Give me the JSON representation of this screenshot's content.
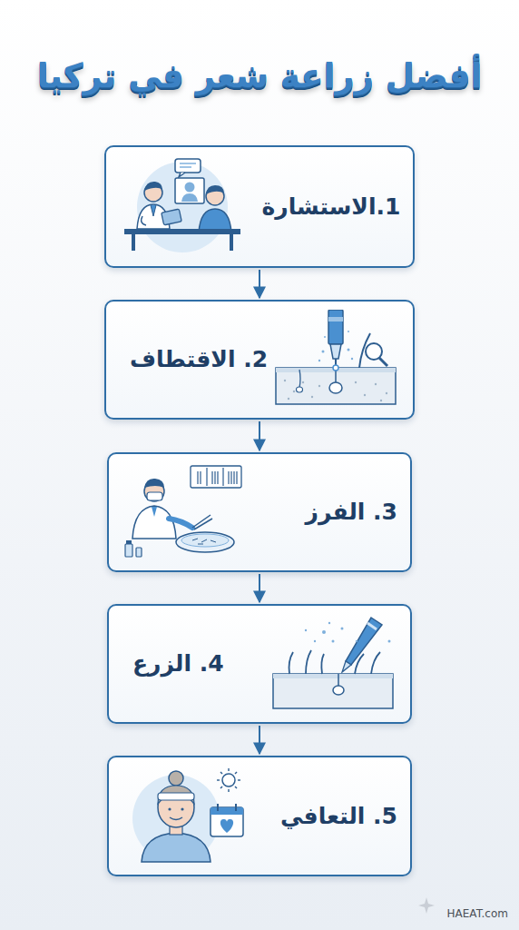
{
  "diagram": {
    "title": "أفضل زراعة شعر في تركيا",
    "nodes": [
      {
        "text": [
          "1.الاستشارة"
        ]
      },
      {
        "text": [
          "2. الاقتطاف"
        ]
      },
      {
        "text": [
          "3. الفرز"
        ]
      },
      {
        "text": [
          "4. الزرع"
        ]
      },
      {
        "text": [
          "5. التعافي"
        ]
      }
    ],
    "edges": [
      {
        "from": 0,
        "to": 1,
        "arrow": "to"
      },
      {
        "from": 1,
        "to": 2,
        "arrow": "to"
      },
      {
        "from": 2,
        "to": 3,
        "arrow": "to"
      },
      {
        "from": 3,
        "to": 4,
        "arrow": "to"
      }
    ],
    "labels": [
      "HAEAT.com"
    ]
  }
}
